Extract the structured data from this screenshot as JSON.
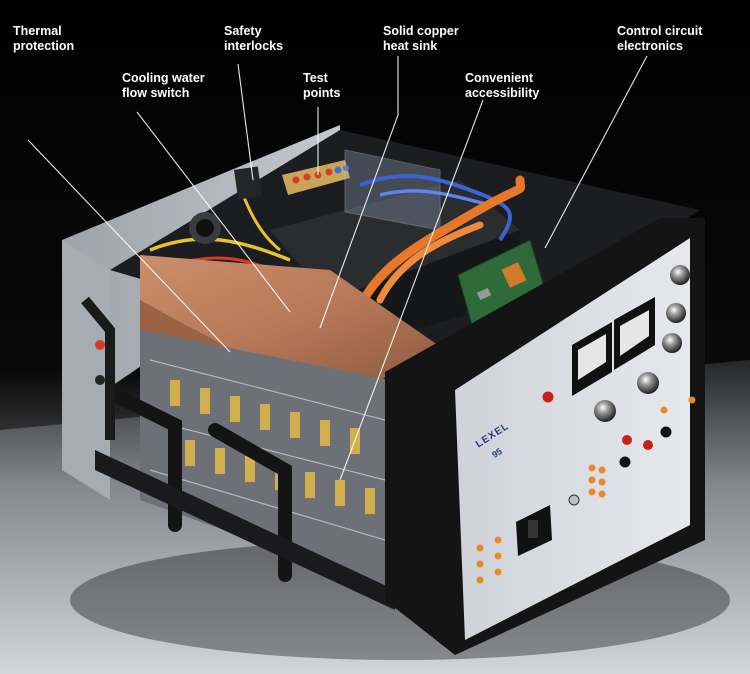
{
  "callouts": [
    {
      "id": "thermal",
      "text": "Thermal\nprotection"
    },
    {
      "id": "cooling",
      "text": "Cooling water\nflow switch"
    },
    {
      "id": "safety",
      "text": "Safety\ninterlocks"
    },
    {
      "id": "test",
      "text": "Test\npoints"
    },
    {
      "id": "copper",
      "text": "Solid copper\nheat sink"
    },
    {
      "id": "access",
      "text": "Convenient\naccessibility"
    },
    {
      "id": "control",
      "text": "Control circuit\nelectronics"
    }
  ],
  "front_panel": {
    "brand": "LEXEL",
    "model": "95"
  },
  "colors": {
    "background": "#000000",
    "chassis": "#b9bcc2",
    "copper": "#b8795a",
    "panel": "#d9dbe0",
    "frame": "#141414",
    "orange_hose": "#e8772a",
    "label": "#ffffff"
  }
}
